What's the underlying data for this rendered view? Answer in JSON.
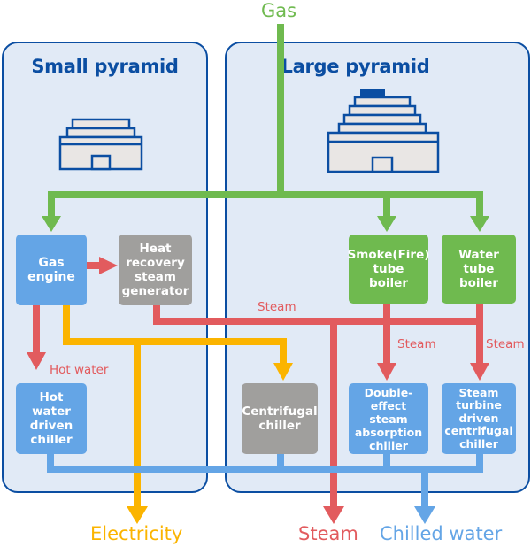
{
  "colors": {
    "gas": "#6fba4f",
    "steam": "#e25b5e",
    "electricity": "#fbb400",
    "chilled_water": "#64a5e6",
    "panel_border": "#0b4ea2",
    "panel_fill": "#e1eaf6"
  },
  "inputs": {
    "gas": "Gas"
  },
  "outputs": {
    "electricity": "Electricity",
    "steam": "Steam",
    "chilled_water": "Chilled water"
  },
  "panels": {
    "small": {
      "title": "Small pyramid",
      "icon": "small-building-icon"
    },
    "large": {
      "title": "Large pyramid",
      "icon": "large-building-icon"
    }
  },
  "nodes": {
    "gas_engine": "Gas\nengine",
    "hrsg": "Heat\nrecovery\nsteam\ngenerator",
    "hot_water_chiller": "Hot\nwater\ndriven\nchiller",
    "centrifugal_chiller": "Centrifugal\nchiller",
    "fire_tube_boiler": "Smoke(Fire)\ntube\nboiler",
    "water_tube_boiler": "Water\ntube\nboiler",
    "absorption_chiller": "Double-effect\nsteam\nabsorption\nchiller",
    "turbine_chiller": "Steam\nturbine\ndriven\ncentrifugal\nchiller"
  },
  "flow_labels": {
    "hot_water": "Hot water",
    "steam_main": "Steam",
    "steam_fire": "Steam",
    "steam_water": "Steam"
  }
}
